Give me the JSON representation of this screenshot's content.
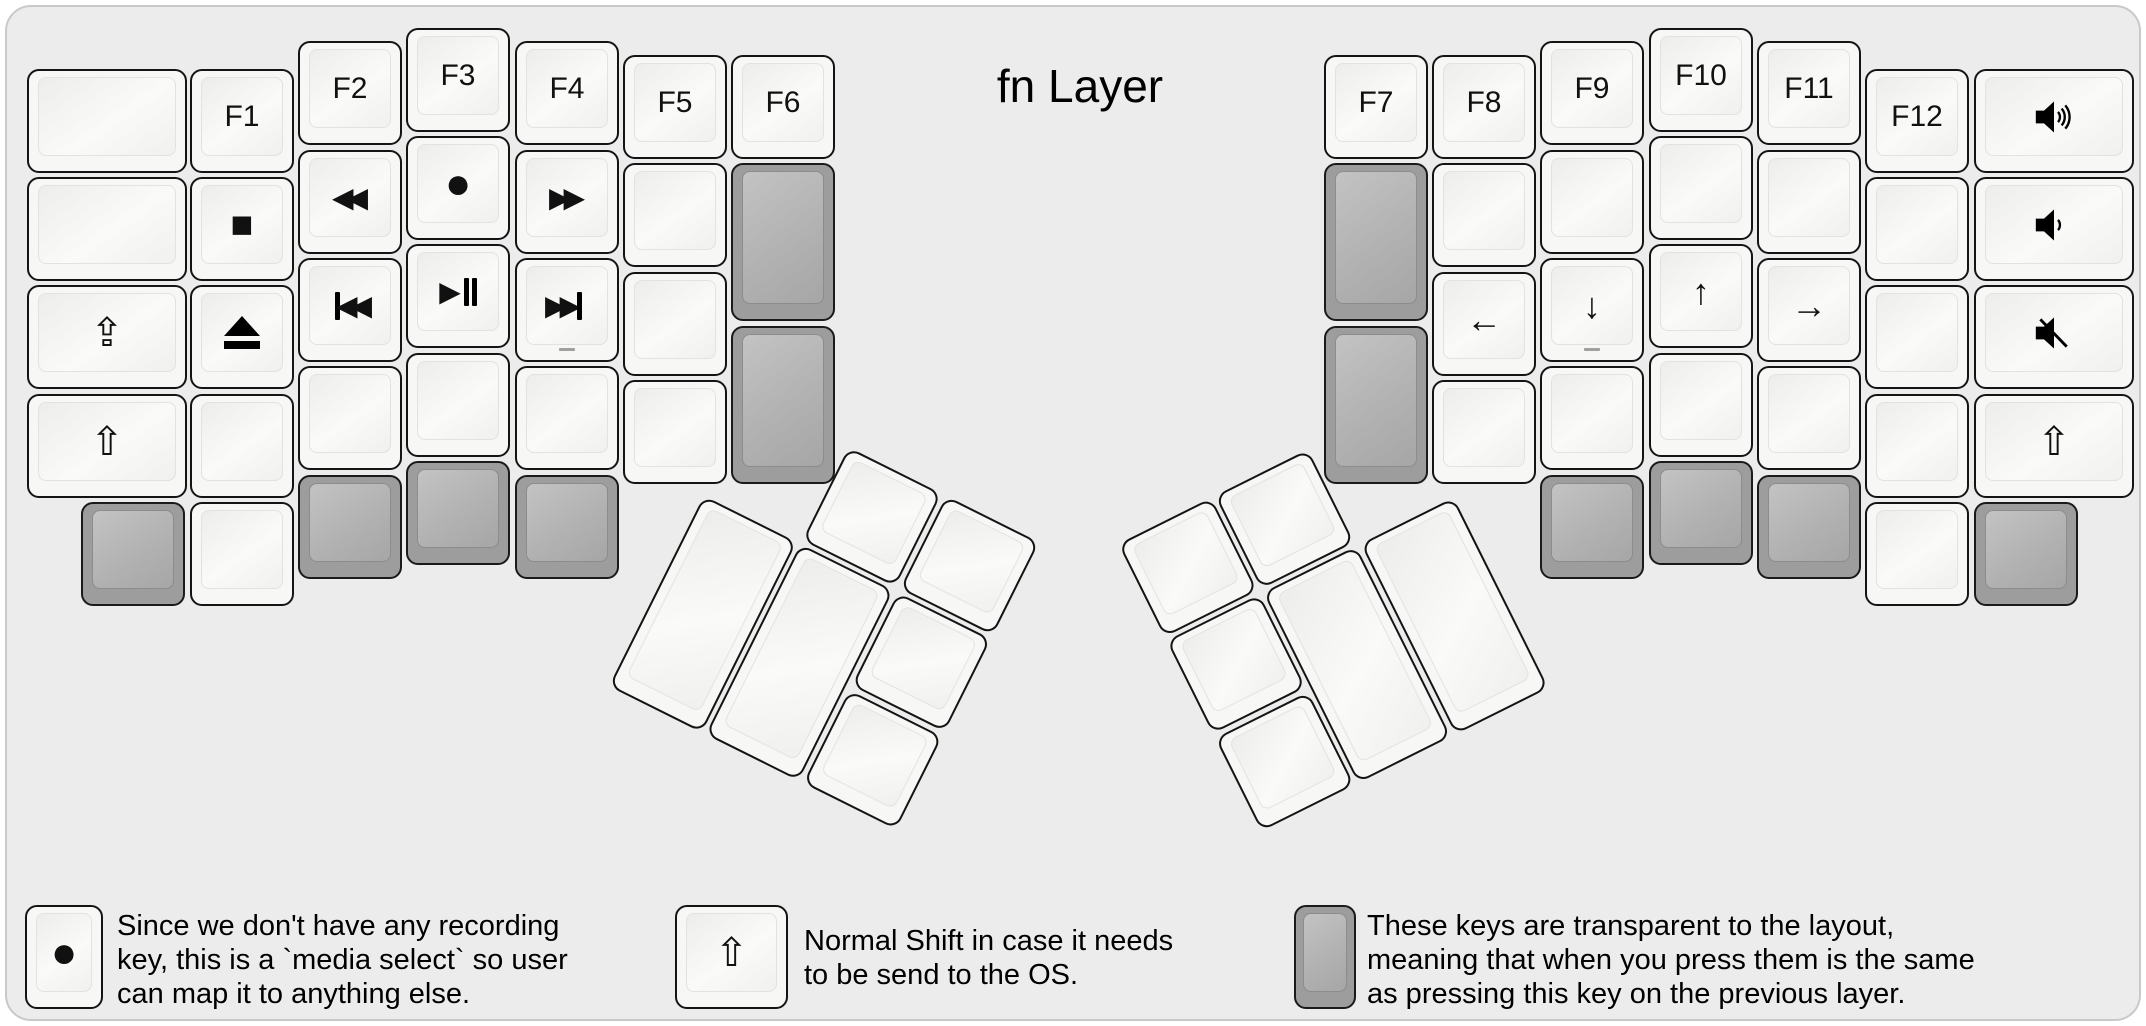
{
  "title": "fn Layer",
  "keys": {
    "f1": "F1",
    "f2": "F2",
    "f3": "F3",
    "f4": "F4",
    "f5": "F5",
    "f6": "F6",
    "f7": "F7",
    "f8": "F8",
    "f9": "F9",
    "f10": "F10",
    "f11": "F11",
    "f12": "F12",
    "caps_lock": "⇪",
    "shift": "⇧",
    "stop": "■",
    "record": "●",
    "rewind": "◀◀",
    "fast_forward": "▶▶",
    "prev_track_triangles": "◀◀",
    "next_track_triangles": "▶▶",
    "play_triangle": "▶",
    "arrow_left": "←",
    "arrow_down": "↓",
    "arrow_up": "↑",
    "arrow_right": "→"
  },
  "icons": {
    "volume_up": "speaker-with-three-waves",
    "volume_down": "speaker-with-one-wave",
    "mute": "speaker-with-slash",
    "eject": "triangle-over-bar",
    "transparent_key": "gray-blank-keycap"
  },
  "legends": {
    "record": {
      "line1": "Since we don't have any recording",
      "line2": "key, this is a `media select` so user",
      "line3": "can map it to anything else."
    },
    "shift": {
      "line1": "Normal Shift in case it needs",
      "line2": "to be send to the OS."
    },
    "transparent": {
      "line1": "These keys are transparent to the layout,",
      "line2": "meaning that when you press them is the same",
      "line3": "as pressing this key on the previous layer."
    }
  },
  "colors": {
    "panel_background": "#ececec",
    "key_white": "#f7f7f5",
    "key_transparent_gray": "#9d9d9d",
    "key_border": "#141414",
    "text": "#000000"
  }
}
